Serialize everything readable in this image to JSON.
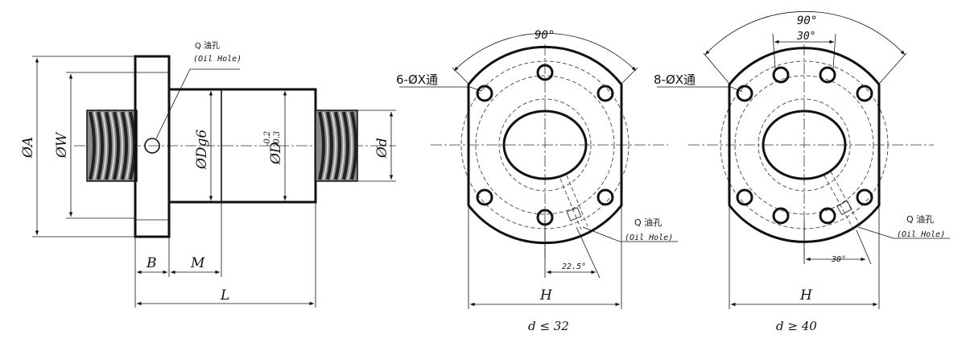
{
  "side_view": {
    "dim_A": "ØA",
    "dim_W": "ØW",
    "dim_Dg6": "ØDg6",
    "dim_D": "ØD",
    "dim_D_tol_upper": "-0.2",
    "dim_D_tol_lower": "-0.3",
    "dim_d": "Ød",
    "dim_B": "B",
    "dim_M": "M",
    "dim_L": "L",
    "oil_hole_q": "Q 油孔",
    "oil_hole_en": "(Oil Hole)"
  },
  "front_view_small": {
    "angle_top": "90°",
    "holes_label": "6-ØX通",
    "oil_hole_q": "Q 油孔",
    "oil_hole_en": "(Oil Hole)",
    "angle_oil": "22.5°",
    "dim_H": "H",
    "caption": "d ≤ 32"
  },
  "front_view_large": {
    "angle_top": "90°",
    "angle_inner": "30°",
    "holes_label": "8-ØX通",
    "oil_hole_q": "Q 油孔",
    "oil_hole_en": "(Oil Hole)",
    "angle_oil": "30°",
    "dim_H": "H",
    "caption": "d ≥ 40"
  }
}
